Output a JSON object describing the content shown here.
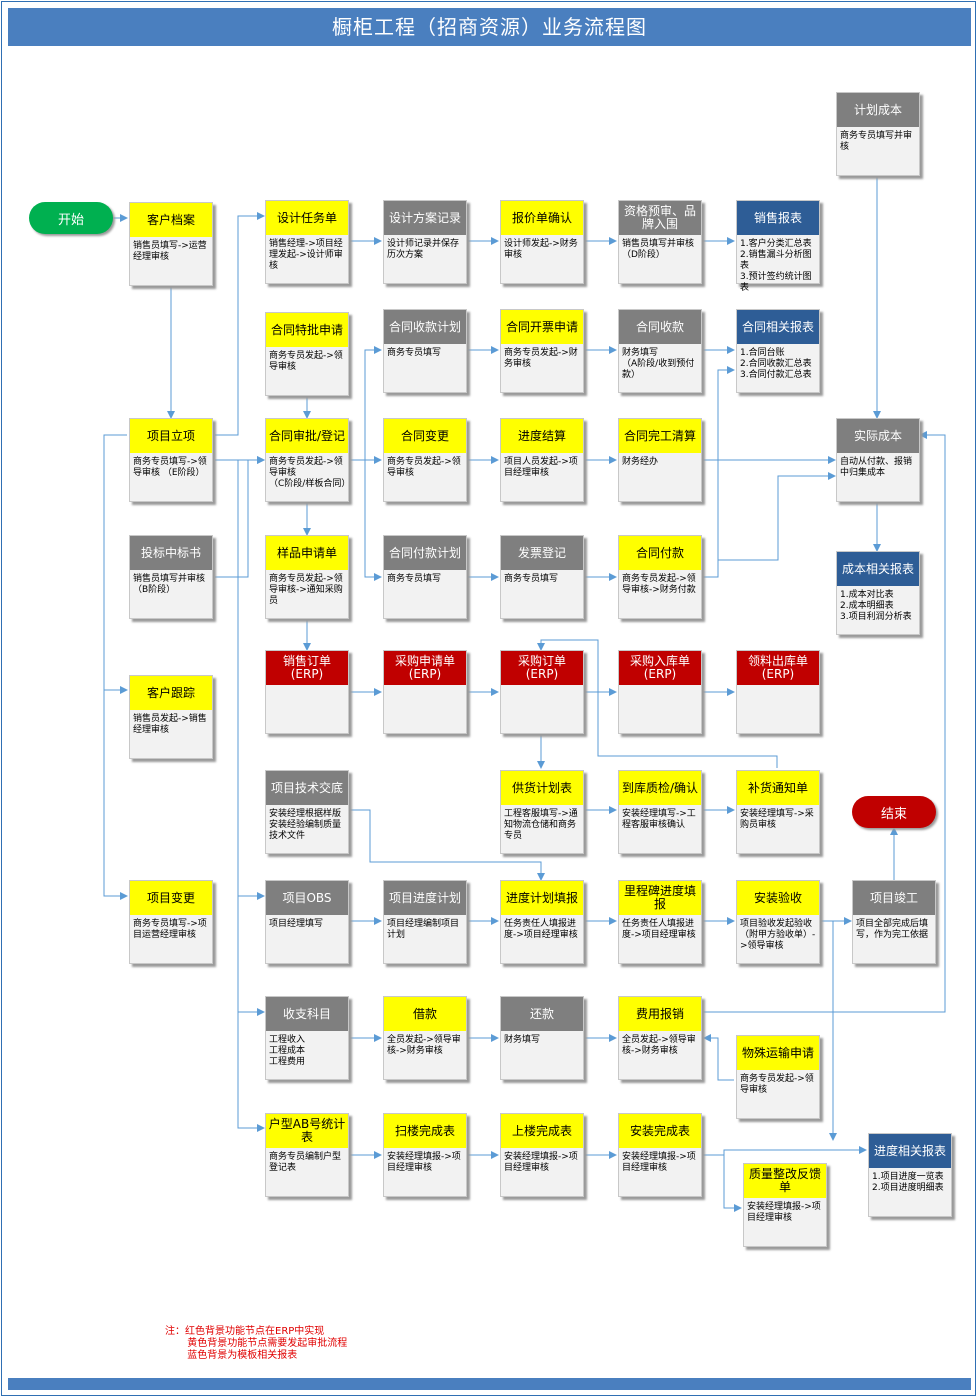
{
  "title": "橱柜工程（招商资源）业务流程图",
  "terminals": {
    "start": "开始",
    "end": "结束"
  },
  "nodes": {
    "khda": {
      "type": "yellow",
      "title": "客户档案",
      "desc": "销售员填写->运营经理审核"
    },
    "xmlx": {
      "type": "yellow",
      "title": "项目立项",
      "desc": "商务专员填写->领导审核 （E阶段）"
    },
    "tbzbs": {
      "type": "gray",
      "title": "投标中标书",
      "desc": "销售员填写并审核（B阶段）"
    },
    "khgz": {
      "type": "yellow",
      "title": "客户跟踪",
      "desc": "销售员发起->销售经理审核"
    },
    "xmbg": {
      "type": "yellow",
      "title": "项目变更",
      "desc": "商务专员填写->项目运营经理审核"
    },
    "sjrwd": {
      "type": "yellow",
      "title": "设计任务单",
      "desc": "销售经理->项目经理发起->设计师审核"
    },
    "htspsq": {
      "type": "yellow",
      "title": "合同特批申请",
      "desc": "商务专员发起->领导审核"
    },
    "htspdj": {
      "type": "yellow",
      "title": "合同审批/登记",
      "desc": "商务专员发起->领导审核\n（C阶段/样板合同）"
    },
    "ypsqd": {
      "type": "yellow",
      "title": "样品申请单",
      "desc": "商务专员发起->领导审核->通知采购员"
    },
    "xsdd": {
      "type": "red",
      "title": "销售订单\n(ERP)",
      "desc": ""
    },
    "xmjsjd": {
      "type": "gray",
      "title": "项目技术交底",
      "desc": "安装经理根据样版安装经验编制质量技术文件"
    },
    "xmobs": {
      "type": "gray",
      "title": "项目OBS",
      "desc": "项目经理填写"
    },
    "szkm": {
      "type": "gray",
      "title": "收支科目",
      "desc": "工程收入\n工程成本\n工程费用"
    },
    "hxab": {
      "type": "yellow",
      "title": "户型AB号统计表",
      "desc": "商务专员编制户型登记表"
    },
    "sjfajl": {
      "type": "gray",
      "title": "设计方案记录",
      "desc": "设计师记录并保存历次方案"
    },
    "htskjh": {
      "type": "gray",
      "title": "合同收款计划",
      "desc": "商务专员填写"
    },
    "htbg": {
      "type": "yellow",
      "title": "合同变更",
      "desc": "商务专员发起->领导审核"
    },
    "htfkjh": {
      "type": "gray",
      "title": "合同付款计划",
      "desc": "商务专员填写"
    },
    "cgsqd": {
      "type": "red",
      "title": "采购申请单\n(ERP)",
      "desc": ""
    },
    "xmjdjh": {
      "type": "gray",
      "title": "项目进度计划",
      "desc": "项目经理编制项目计划"
    },
    "jk": {
      "type": "yellow",
      "title": "借款",
      "desc": "全员发起->领导审核->财务审核"
    },
    "swwcb": {
      "type": "yellow",
      "title": "扫楼完成表",
      "desc": "安装经理填报->项目经理审核"
    },
    "bjdqr": {
      "type": "yellow",
      "title": "报价单确认",
      "desc": "设计师发起->财务审核"
    },
    "htkpsq": {
      "type": "yellow",
      "title": "合同开票申请",
      "desc": "商务专员发起->财务审核"
    },
    "jdjs": {
      "type": "yellow",
      "title": "进度结算",
      "desc": "项目人员发起->项目经理审核"
    },
    "fpdj": {
      "type": "gray",
      "title": "发票登记",
      "desc": "商务专员填写"
    },
    "cgdd": {
      "type": "red",
      "title": "采购订单\n(ERP)",
      "desc": ""
    },
    "ghjhb": {
      "type": "yellow",
      "title": "供货计划表",
      "desc": "工程客服填写->通知物流仓储和商务专员"
    },
    "jdjhtb": {
      "type": "yellow",
      "title": "进度计划填报",
      "desc": "任务责任人填报进度->项目经理审核"
    },
    "hk": {
      "type": "gray",
      "title": "还款",
      "desc": "财务填写"
    },
    "slwcb": {
      "type": "yellow",
      "title": "上楼完成表",
      "desc": "安装经理填报->项目经理审核"
    },
    "zgys": {
      "type": "gray",
      "title": "资格预审、品牌入围",
      "desc": "销售员填写并审核（D阶段）"
    },
    "htsk": {
      "type": "gray",
      "title": "合同收款",
      "desc": "财务填写\n（A阶段/收到预付款）"
    },
    "htwgqq": {
      "type": "yellow",
      "title": "合同完工清算",
      "desc": "财务经办"
    },
    "htfk": {
      "type": "yellow",
      "title": "合同付款",
      "desc": "商务专员发起->领导审核->财务付款"
    },
    "cgrkd": {
      "type": "red",
      "title": "采购入库单\n(ERP)",
      "desc": ""
    },
    "dkzj": {
      "type": "yellow",
      "title": "到库质检/确认",
      "desc": "安装经理填写->工程客服审核确认"
    },
    "lcbjd": {
      "type": "yellow",
      "title": "里程碑进度填报",
      "desc": "任务责任人填报进度->项目经理审核"
    },
    "fybx": {
      "type": "yellow",
      "title": "费用报销",
      "desc": "全员发起->领导审核->财务审核"
    },
    "azwcb": {
      "type": "yellow",
      "title": "安装完成表",
      "desc": "安装经理填报->项目经理审核"
    },
    "xsbb": {
      "type": "blue",
      "title": "销售报表",
      "desc": "1.客户分类汇总表\n2.销售漏斗分析图表\n3.预计签约统计图表"
    },
    "htxgbb": {
      "type": "blue",
      "title": "合同相关报表",
      "desc": "1.合同台账\n2.合同收款汇总表\n3.合同付款汇总表"
    },
    "llckd": {
      "type": "red",
      "title": "领料出库单\n(ERP)",
      "desc": ""
    },
    "bhtzd": {
      "type": "yellow",
      "title": "补货通知单",
      "desc": "安装经理填写->采购员审核"
    },
    "azys": {
      "type": "yellow",
      "title": "安装验收",
      "desc": "项目验收发起验收（附甲方验收单）->领导审核"
    },
    "wsys": {
      "type": "yellow",
      "title": "物殊运输申请",
      "desc": "商务专员发起->领导审核"
    },
    "zlzg": {
      "type": "yellow",
      "title": "质量整改反馈单",
      "desc": "安装经理填报->项目经理审核"
    },
    "jhcb": {
      "type": "gray",
      "title": "计划成本",
      "desc": "商务专员填写并审核"
    },
    "sjcb": {
      "type": "gray",
      "title": "实际成本",
      "desc": "自动从付款、报销中归集成本"
    },
    "cbxgbb": {
      "type": "blue",
      "title": "成本相关报表",
      "desc": "1.成本对比表\n2.成本明细表\n3.项目利润分析表"
    },
    "xmjg": {
      "type": "gray",
      "title": "项目竣工",
      "desc": "项目全部完成后填写，作为完工依据"
    },
    "jdxgbb": {
      "type": "blue",
      "title": "进度相关报表",
      "desc": "1.项目进度一览表\n2.项目进度明细表"
    }
  },
  "note": "注：红色背景功能节点在ERP中实现\n       黄色背景功能节点需要发起审批流程\n       蓝色背景为模板相关报表",
  "colors": {
    "title_bar": "#4a7fbf",
    "yellow": "#ffff00",
    "gray": "#7f7f7f",
    "blue": "#2e5d96",
    "red": "#c00000",
    "start": "#00b050",
    "line": "#5b9bd5"
  }
}
